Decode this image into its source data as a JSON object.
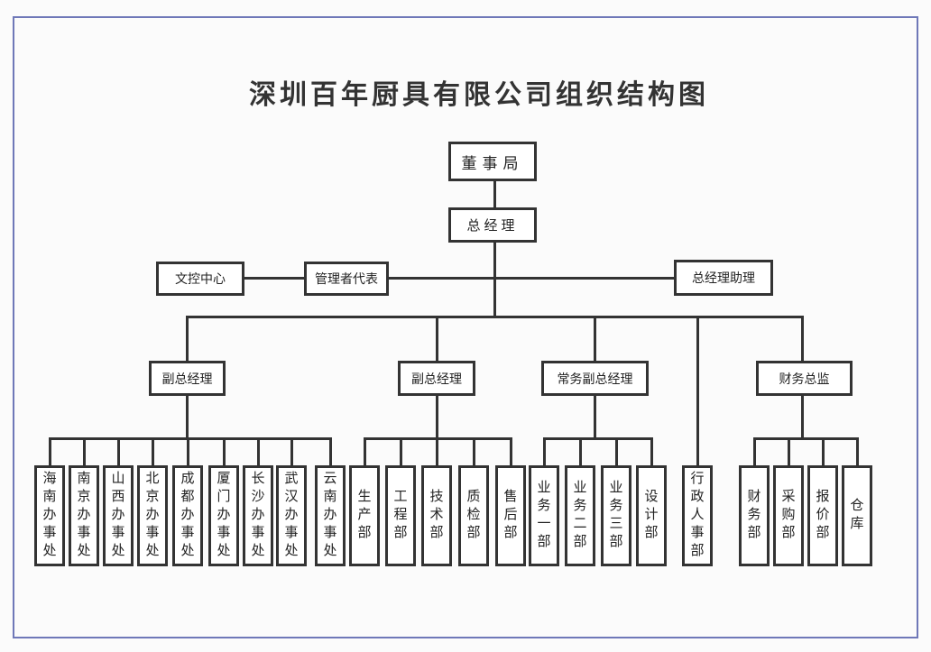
{
  "title": "深圳百年厨具有限公司组织结构图",
  "board": "董事局",
  "general_manager": "总经理",
  "document_control": "文控中心",
  "management_rep": "管理者代表",
  "gm_assistant": "总经理助理",
  "level2": [
    "副总经理",
    "副总经理",
    "常务副总经理",
    "财务总监"
  ],
  "admin_hr": "行政人事部",
  "group1": [
    "海南办事处",
    "南京办事处",
    "山西办事处",
    "北京办事处",
    "成都办事处",
    "厦门办事处",
    "长沙办事处",
    "武汉办事处",
    "云南办事处"
  ],
  "group2": [
    "生产部",
    "工程部",
    "技术部",
    "质检部",
    "售后部"
  ],
  "group3": [
    "业务一部",
    "业务二部",
    "业务三部",
    "设计部"
  ],
  "group4": [
    "财务部",
    "采购部",
    "报价部",
    "仓库"
  ]
}
